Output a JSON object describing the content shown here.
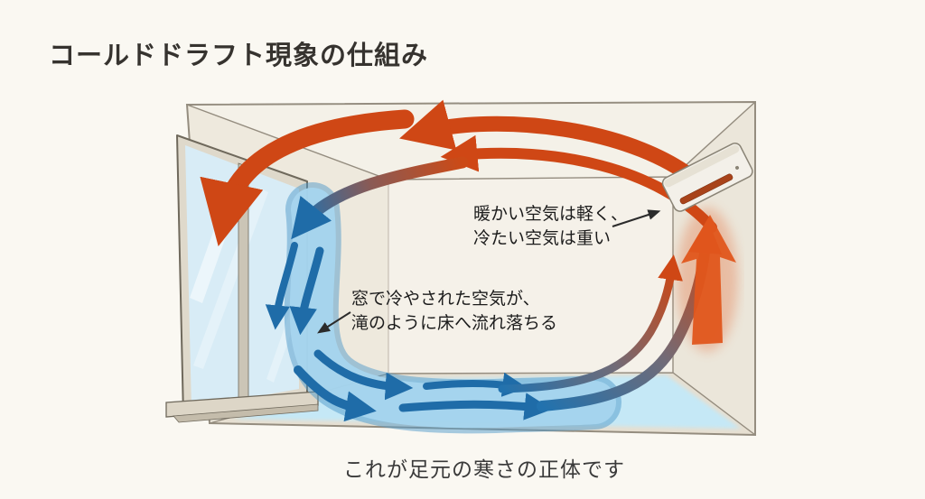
{
  "title": "コールドドラフト現象の仕組み",
  "annotations": {
    "warm_air": {
      "line1": "暖かい空気は軽く、",
      "line2": "冷たい空気は重い"
    },
    "cold_air": {
      "line1": "窓で冷やされた空気が、",
      "line2": "滝のように床へ流れ落ちる"
    }
  },
  "caption": "これが足元の寒さの正体です",
  "colors": {
    "background": "#faf8f2",
    "warm_air": "#cf4715",
    "warm_air_light": "#e0561c",
    "cold_air": "#1f6ca8",
    "cold_band": "#a7d5ee",
    "cold_pool": "#c5e8f6",
    "title_text": "#36332f",
    "label_text": "#1c1c1c",
    "caption_text": "#3a3a3a"
  }
}
